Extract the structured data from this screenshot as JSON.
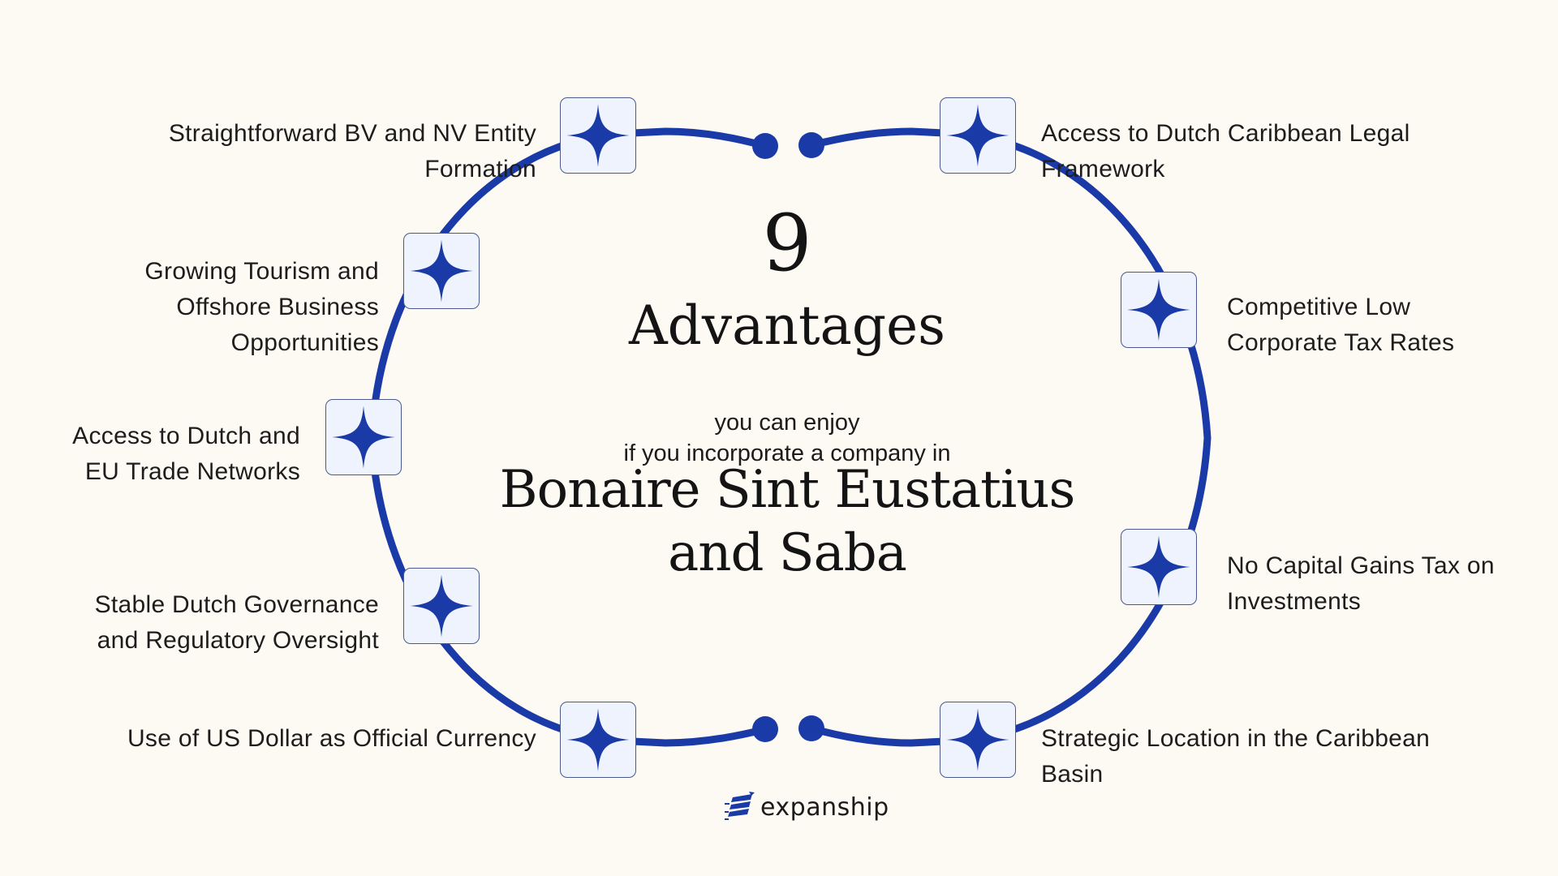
{
  "title": {
    "number": "9",
    "word": "Advantages",
    "subtitle_line1": "you can enjoy",
    "subtitle_line2": "if you incorporate a company in",
    "country_line1": "Bonaire Sint Eustatius",
    "country_line2": "and Saba"
  },
  "colors": {
    "accent": "#1a3aa8",
    "background": "#fdfaf3",
    "node_fill": "#eef3fd",
    "text": "#1d1d1d"
  },
  "advantages": [
    {
      "label_lines": [
        "Straightforward BV and NV Entity",
        "Formation"
      ],
      "side": "left",
      "icon": "sparkle-icon"
    },
    {
      "label_lines": [
        "Growing Tourism and",
        "Offshore Business",
        "Opportunities"
      ],
      "side": "left",
      "icon": "sparkle-icon"
    },
    {
      "label_lines": [
        "Access to Dutch and",
        "EU Trade Networks"
      ],
      "side": "left",
      "icon": "sparkle-icon"
    },
    {
      "label_lines": [
        "Stable Dutch Governance",
        "and Regulatory Oversight"
      ],
      "side": "left",
      "icon": "sparkle-icon"
    },
    {
      "label_lines": [
        "Use of US Dollar as Official Currency"
      ],
      "side": "left",
      "icon": "sparkle-icon"
    },
    {
      "label_lines": [
        "Access to Dutch Caribbean Legal",
        "Framework"
      ],
      "side": "right",
      "icon": "sparkle-icon"
    },
    {
      "label_lines": [
        "Competitive Low",
        "Corporate Tax Rates"
      ],
      "side": "right",
      "icon": "sparkle-icon"
    },
    {
      "label_lines": [
        "No Capital Gains Tax on",
        "Investments"
      ],
      "side": "right",
      "icon": "sparkle-icon"
    },
    {
      "label_lines": [
        "Strategic Location in the Caribbean",
        "Basin"
      ],
      "side": "right",
      "icon": "sparkle-icon"
    }
  ],
  "brand": {
    "name": "expanship",
    "icon": "expanship-logo-icon"
  }
}
